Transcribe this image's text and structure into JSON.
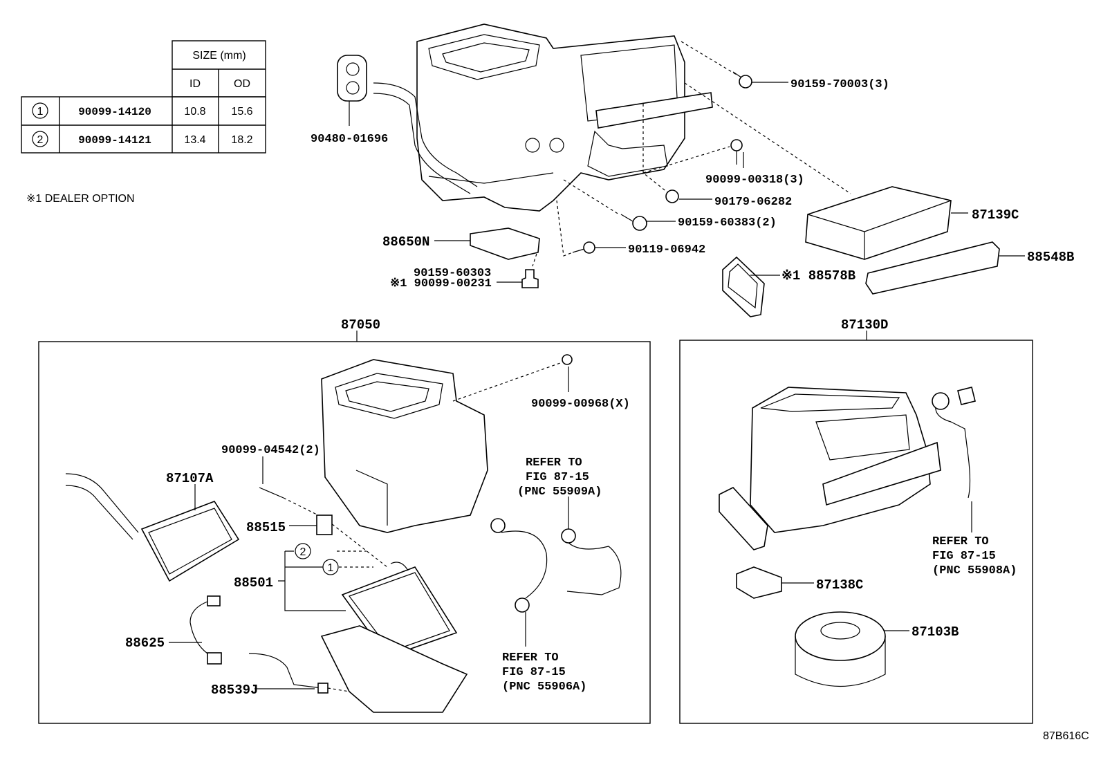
{
  "size_table": {
    "header": "SIZE (mm)",
    "col_id": "ID",
    "col_od": "OD",
    "rows": [
      {
        "mark": "1",
        "part": "90099-14120",
        "id": "10.8",
        "od": "15.6"
      },
      {
        "mark": "2",
        "part": "90099-14121",
        "id": "13.4",
        "od": "18.2"
      }
    ]
  },
  "note": "※1  DEALER OPTION",
  "labels": {
    "p90480": "90480-01696",
    "p90159_70003": "90159-70003(3)",
    "p90099_00318": "90099-00318(3)",
    "p90179": "90179-06282",
    "p87139C": "87139C",
    "p90159_60383": "90159-60383(2)",
    "p88650N": "88650N",
    "p90119": "90119-06942",
    "p88548B": "88548B",
    "p90159_60303": "90159-60303",
    "p90099_00231": "※1 90099-00231",
    "p88578B": "※1 88578B",
    "p87050": "87050",
    "p87130D": "87130D",
    "p90099_00968": "90099-00968(X)",
    "p90099_04542": "90099-04542(2)",
    "p87107A": "87107A",
    "p88515": "88515",
    "p88501": "88501",
    "p88625": "88625",
    "p88539J": "88539J",
    "p87138C": "87138C",
    "p87103B": "87103B",
    "circle1": "1",
    "circle2": "2",
    "diagram_id": "87B616C"
  },
  "refs": {
    "r55909": [
      "REFER TO",
      "FIG 87-15",
      "(PNC 55909A)"
    ],
    "r55908": [
      "REFER TO",
      "FIG 87-15",
      "(PNC 55908A)"
    ],
    "r55906": [
      "REFER TO",
      "FIG 87-15",
      "(PNC 55906A)"
    ]
  }
}
